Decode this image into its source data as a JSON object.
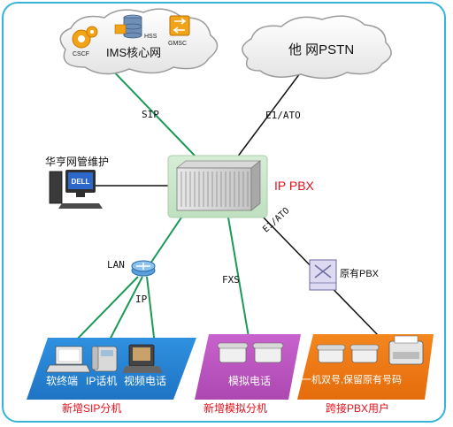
{
  "ims_cloud": {
    "label": "IMS核心网",
    "items": [
      "CSCF",
      "HSS",
      "GMSC"
    ]
  },
  "pstn_cloud": {
    "label": "他 网PSTN"
  },
  "pbx": {
    "label": "IP PBX"
  },
  "mgmt": {
    "label": "华亨网管维护"
  },
  "links": {
    "sip": "SIP",
    "e1_pstn": "E1/ATO",
    "e1_pbx": "E1/ATO",
    "lan": "LAN",
    "ip": "IP",
    "fxs": "FXS"
  },
  "old_pbx": {
    "label": "原有PBX"
  },
  "zones": {
    "sip": {
      "color": "#2a86d6",
      "devices": [
        "软终端",
        "IP话机",
        "视频电话"
      ],
      "caption": "新增SIP分机"
    },
    "analog": {
      "color": "#c159c5",
      "devices": [
        "模拟电话"
      ],
      "caption": "新增模拟分机"
    },
    "trunk": {
      "color": "#f07a14",
      "devices": [
        "一机双号,保留原有号码"
      ],
      "caption": "跨接PBX用户"
    }
  },
  "caption_color": "#e8101a"
}
